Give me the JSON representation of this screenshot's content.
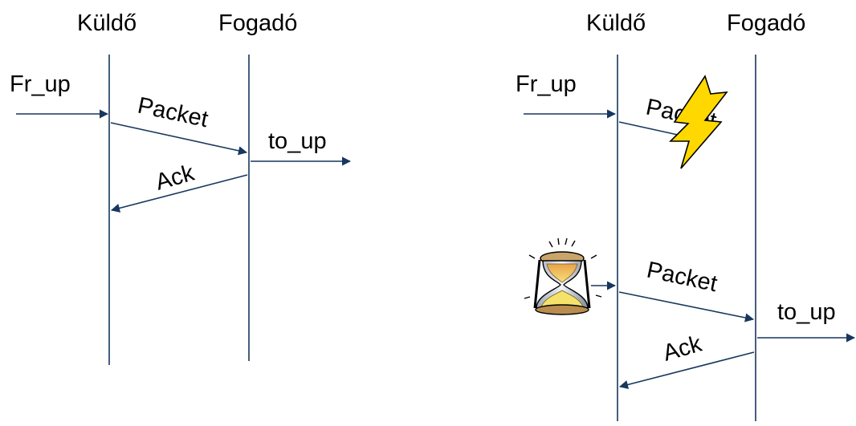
{
  "left_diagram": {
    "sender_label": "Küldő",
    "receiver_label": "Fogadó",
    "input_label": "Fr_up",
    "packet_label": "Packet",
    "output_label": "to_up",
    "ack_label": "Ack"
  },
  "right_diagram": {
    "sender_label": "Küldő",
    "receiver_label": "Fogadó",
    "input_label": "Fr_up",
    "lost_packet_label": "Packet",
    "resent_packet_label": "Packet",
    "output_label": "to_up",
    "ack_label": "Ack"
  },
  "colors": {
    "line": "#17375e",
    "text": "#000000",
    "lightning_fill": "#ffd800",
    "hourglass_sand": "#f5e26a"
  },
  "icons": {
    "packet_loss": "lightning-icon",
    "timeout": "hourglass-icon"
  }
}
